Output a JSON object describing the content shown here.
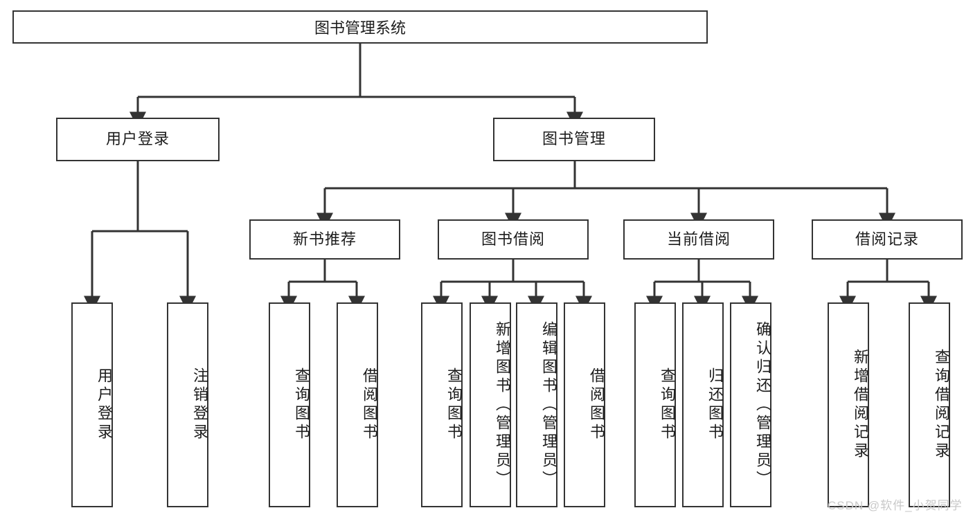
{
  "diagram": {
    "title": "图书管理系统",
    "type": "tree",
    "watermark": "CSDN @软件_小贺同学",
    "colors": {
      "box_border": "#333333",
      "box_fill": "#ffffff",
      "line": "#333333",
      "text": "#1c1c1c",
      "watermark": "#c9c9c9",
      "background": "#ffffff"
    },
    "root": {
      "label": "图书管理系统"
    },
    "level1": [
      {
        "label": "用户登录"
      },
      {
        "label": "图书管理"
      }
    ],
    "level2": [
      {
        "label": "新书推荐"
      },
      {
        "label": "图书借阅"
      },
      {
        "label": "当前借阅"
      },
      {
        "label": "借阅记录"
      }
    ],
    "leaves": [
      {
        "label": "用户登录",
        "parent": "用户登录"
      },
      {
        "label": "注销登录",
        "parent": "用户登录"
      },
      {
        "label": "查询图书",
        "parent": "新书推荐"
      },
      {
        "label": "借阅图书",
        "parent": "新书推荐"
      },
      {
        "label": "查询图书",
        "parent": "图书借阅"
      },
      {
        "label": "新增图书（管理员）",
        "parent": "图书借阅"
      },
      {
        "label": "编辑图书（管理员）",
        "parent": "图书借阅"
      },
      {
        "label": "借阅图书",
        "parent": "图书借阅"
      },
      {
        "label": "查询图书",
        "parent": "当前借阅"
      },
      {
        "label": "归还图书",
        "parent": "当前借阅"
      },
      {
        "label": "确认归还（管理员）",
        "parent": "当前借阅"
      },
      {
        "label": "新增借阅记录",
        "parent": "借阅记录"
      },
      {
        "label": "查询借阅记录",
        "parent": "借阅记录"
      }
    ]
  }
}
